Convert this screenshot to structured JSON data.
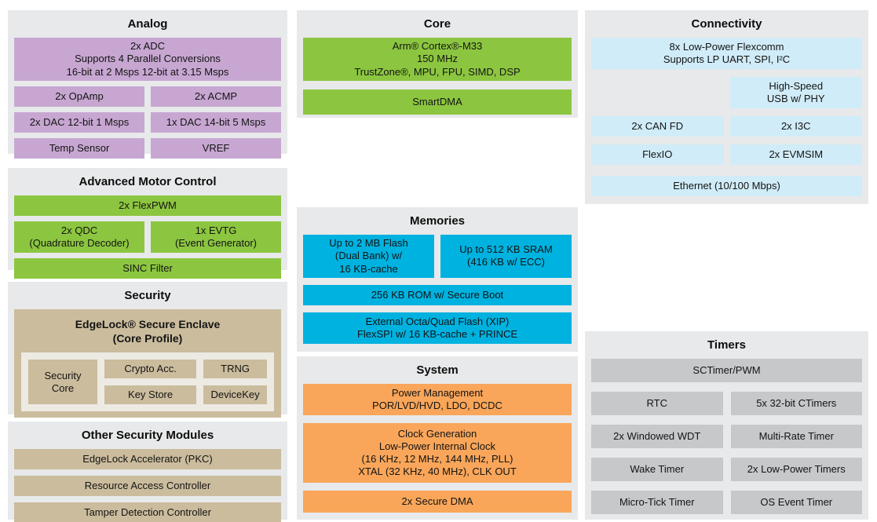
{
  "colors": {
    "section_bg": "#e8e9ea",
    "analog_purple": "#c7a7d2",
    "motor_core_green": "#8cc640",
    "security_tan": "#cbbc9d",
    "memories_cyan": "#00b2e0",
    "system_orange": "#f9a65a",
    "connectivity_light_blue": "#d0ecf8",
    "timers_gray": "#c6c8ca"
  },
  "analog": {
    "title": "Analog",
    "adc": "2x ADC\nSupports 4 Parallel Conversions\n16-bit at 2 Msps 12-bit at 3.15 Msps",
    "opamp": "2x OpAmp",
    "acmp": "2x ACMP",
    "dac12": "2x DAC 12-bit 1 Msps",
    "dac14": "1x DAC 14-bit 5 Msps",
    "temp_sensor": "Temp Sensor",
    "vref": "VREF"
  },
  "motor": {
    "title": "Advanced Motor Control",
    "flexpwm": "2x FlexPWM",
    "qdc": "2x QDC\n(Quadrature Decoder)",
    "evtg": "1x EVTG\n(Event Generator)",
    "sinc": "SINC Filter"
  },
  "security": {
    "title": "Security",
    "enclave_title": "EdgeLock® Secure Enclave\n(Core Profile)",
    "security_core": "Security\nCore",
    "crypto_acc": "Crypto Acc.",
    "trng": "TRNG",
    "key_store": "Key Store",
    "devicekey": "DeviceKey"
  },
  "other_security": {
    "title": "Other Security Modules",
    "pkc": "EdgeLock Accelerator (PKC)",
    "rac": "Resource Access Controller",
    "tamper": "Tamper Detection Controller"
  },
  "core": {
    "title": "Core",
    "cortex": "Arm® Cortex®-M33\n150 MHz\nTrustZone®, MPU, FPU, SIMD, DSP",
    "smartdma": "SmartDMA"
  },
  "memories": {
    "title": "Memories",
    "flash": "Up to 2 MB Flash\n(Dual Bank) w/\n16 KB-cache",
    "sram": "Up to 512 KB SRAM\n(416 KB w/ ECC)",
    "rom": "256 KB ROM w/ Secure Boot",
    "external_flash": "External Octa/Quad Flash (XIP)\nFlexSPI w/ 16 KB-cache + PRINCE"
  },
  "system": {
    "title": "System",
    "power": "Power Management\nPOR/LVD/HVD, LDO, DCDC",
    "clock": "Clock Generation\nLow-Power Internal Clock\n(16 KHz, 12 MHz, 144 MHz, PLL)\nXTAL (32 KHz, 40 MHz), CLK OUT",
    "secure_dma": "2x Secure DMA"
  },
  "connectivity": {
    "title": "Connectivity",
    "flexcomm": "8x Low-Power Flexcomm\nSupports LP UART, SPI, I²C",
    "usb": "High-Speed\nUSB w/ PHY",
    "can_fd": "2x CAN FD",
    "i3c": "2x I3C",
    "flexio": "FlexIO",
    "evmsim": "2x EVMSIM",
    "ethernet": "Ethernet (10/100 Mbps)"
  },
  "timers": {
    "title": "Timers",
    "sctimer": "SCTimer/PWM",
    "rtc": "RTC",
    "ctimers": "5x 32-bit CTimers",
    "windowed_wdt": "2x Windowed WDT",
    "multi_rate": "Multi-Rate Timer",
    "wake": "Wake Timer",
    "low_power": "2x Low-Power Timers",
    "micro_tick": "Micro-Tick Timer",
    "os_event": "OS Event Timer"
  }
}
